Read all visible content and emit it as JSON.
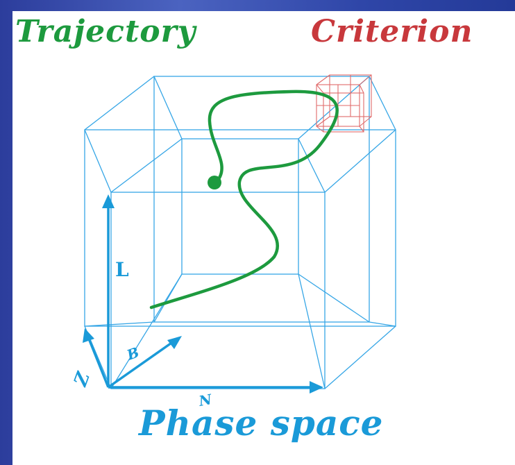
{
  "titles": {
    "trajectory": "Trajectory",
    "criterion": "Criterion",
    "phase_space": "Phase space"
  },
  "axes": {
    "L": "L",
    "B": "B",
    "Z": "Z",
    "N": "N"
  },
  "colors": {
    "trajectory": "#1d9a3e",
    "criterion": "#c8383c",
    "cube": "#36a6e6",
    "axis": "#1a9ad8",
    "background_frame": "#2f46a8"
  }
}
